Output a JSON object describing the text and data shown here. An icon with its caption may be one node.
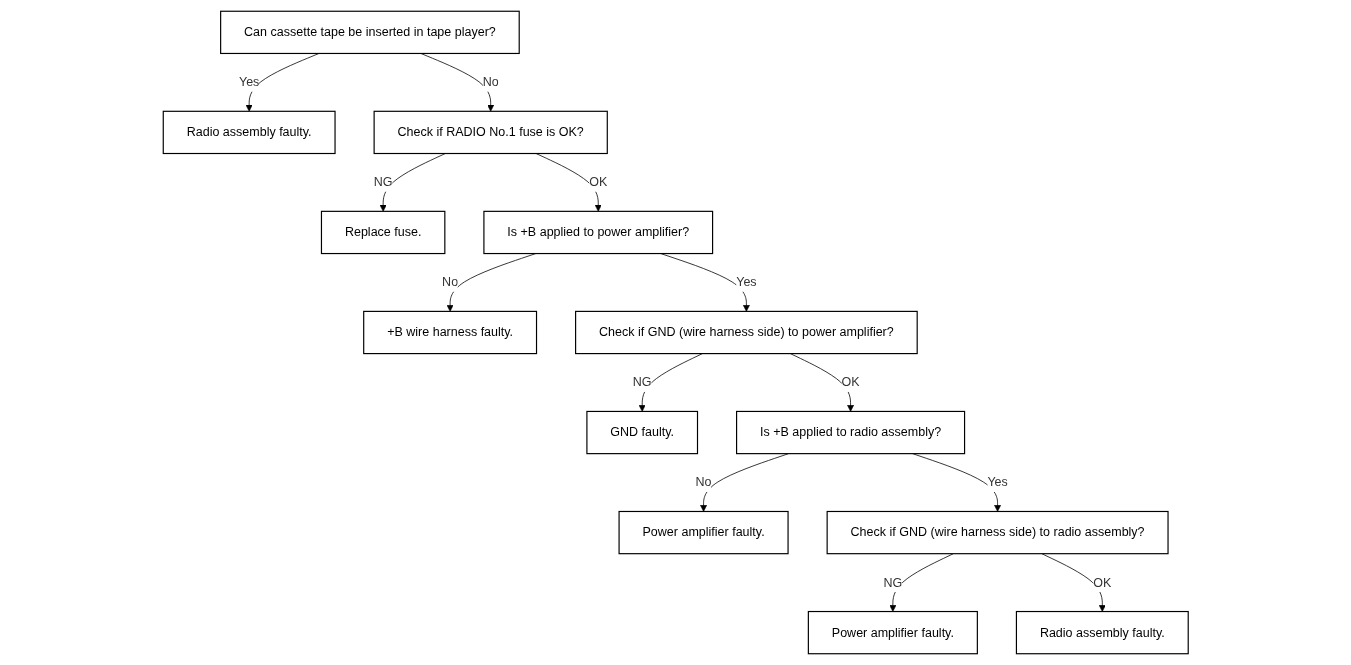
{
  "diagram": {
    "nodes": [
      {
        "text": [
          "Can cassette tape be inserted in tape player?"
        ]
      },
      {
        "text": [
          "Radio assembly faulty."
        ]
      },
      {
        "text": [
          "Check if RADIO No.1 fuse is OK?"
        ]
      },
      {
        "text": [
          "Replace fuse."
        ]
      },
      {
        "text": [
          "Is +B applied to power amplifier?"
        ]
      },
      {
        "text": [
          "+B wire harness faulty."
        ]
      },
      {
        "text": [
          "Check if GND (wire harness side) to power amplifier?"
        ]
      },
      {
        "text": [
          "GND faulty."
        ]
      },
      {
        "text": [
          "Is +B applied to radio assembly?"
        ]
      },
      {
        "text": [
          "Power amplifier faulty."
        ]
      },
      {
        "text": [
          "Check if GND (wire harness side) to radio assembly?"
        ]
      },
      {
        "text": [
          "Power amplifier faulty."
        ]
      },
      {
        "text": [
          "Radio assembly faulty."
        ]
      }
    ],
    "edges": [
      {
        "from": 0,
        "to": 1,
        "arrow": "to",
        "label": "Yes"
      },
      {
        "from": 0,
        "to": 2,
        "arrow": "to",
        "label": "No"
      },
      {
        "from": 2,
        "to": 3,
        "arrow": "to",
        "label": "NG"
      },
      {
        "from": 2,
        "to": 4,
        "arrow": "to",
        "label": "OK"
      },
      {
        "from": 4,
        "to": 5,
        "arrow": "to",
        "label": "No"
      },
      {
        "from": 4,
        "to": 6,
        "arrow": "to",
        "label": "Yes"
      },
      {
        "from": 6,
        "to": 7,
        "arrow": "to",
        "label": "NG"
      },
      {
        "from": 6,
        "to": 8,
        "arrow": "to",
        "label": "OK"
      },
      {
        "from": 8,
        "to": 9,
        "arrow": "to",
        "label": "No"
      },
      {
        "from": 8,
        "to": 10,
        "arrow": "to",
        "label": "Yes"
      },
      {
        "from": 10,
        "to": 11,
        "arrow": "to",
        "label": "NG"
      },
      {
        "from": 10,
        "to": 12,
        "arrow": "to",
        "label": "OK"
      }
    ]
  }
}
